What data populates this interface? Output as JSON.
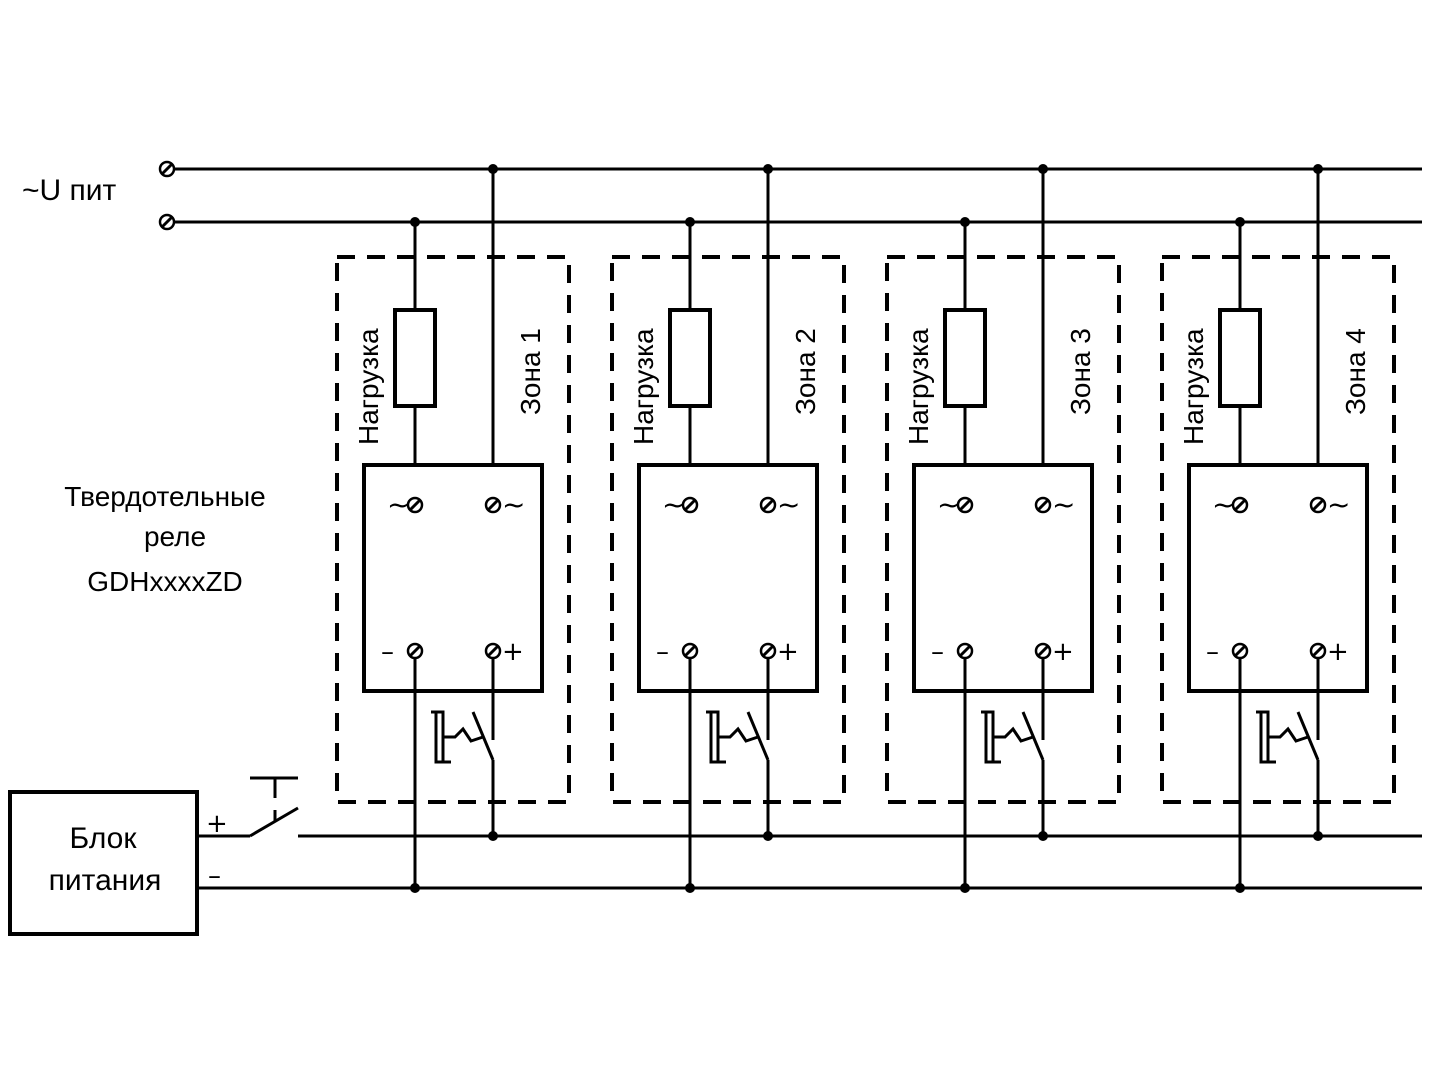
{
  "supply_label": "~U пит",
  "relay_caption": {
    "line1": "Твердотельные",
    "line2": "реле",
    "line3": "GDHxxxxZD"
  },
  "power_block": {
    "line1": "Блок",
    "line2": "питания",
    "plus": "+",
    "minus": "–"
  },
  "zones": [
    {
      "load_label": "Нагрузка",
      "zone_label": "Зона 1"
    },
    {
      "load_label": "Нагрузка",
      "zone_label": "Зона 2"
    },
    {
      "load_label": "Нагрузка",
      "zone_label": "Зона 3"
    },
    {
      "load_label": "Нагрузка",
      "zone_label": "Зона 4"
    }
  ],
  "relay_terminals": {
    "ac_left": "~",
    "ac_right": "~",
    "dc_minus": "–",
    "dc_plus": "+"
  }
}
